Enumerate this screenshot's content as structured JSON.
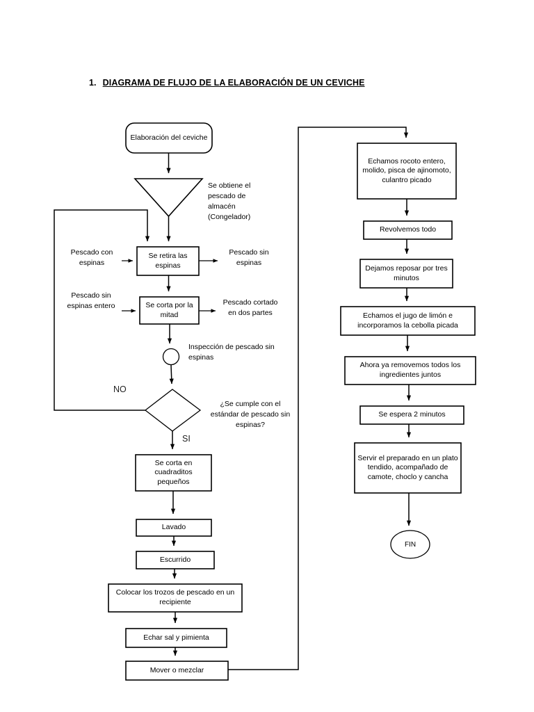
{
  "document": {
    "heading_number": "1.",
    "heading_text": "DIAGRAMA DE FLUJO DE LA ELABORACIÓN DE UN CEVICHE"
  },
  "flowchart": {
    "left_column": {
      "start_node": "Elaboración del ceviche",
      "storage_triangle_note": "Se obtiene el pescado de almacén (Congelador)",
      "step_remove_bones": "Se retira las espinas",
      "step_cut_half": "Se corta por la mitad",
      "inspection_note": "Inspección de pescado sin espinas",
      "decision": "¿Se cumple con el estándar de pescado sin espinas?",
      "branch_no": "NO",
      "branch_yes": "SI",
      "step_cut_cubes": "Se corta en cuadraditos pequeños",
      "step_wash": "Lavado",
      "step_drain": "Escurrido",
      "step_place_pieces": "Colocar los trozos de pescado en un recipiente",
      "step_salt_pepper": "Echar sal y pimienta",
      "step_mix": "Mover o mezclar"
    },
    "left_labels": {
      "input_with_bones": "Pescado con espinas",
      "output_without_bones": "Pescado sin espinas",
      "input_whole_no_bones": "Pescado sin espinas entero",
      "output_cut_two": "Pescado cortado en dos partes"
    },
    "right_column": {
      "step_add_rocoto": "Echamos rocoto entero, molido, pisca de ajinomoto, culantro picado",
      "step_stir_all": "Revolvemos todo",
      "step_rest": "Dejamos reposar por tres minutos",
      "step_lemon_onion": "Echamos el jugo de limón e incorporamos la cebolla picada",
      "step_mix_ingredients": "Ahora ya removemos todos los ingredientes juntos",
      "step_wait_two": "Se espera 2 minutos",
      "step_serve": "Servir el preparado en un plato tendido, acompañado de camote, choclo y cancha",
      "end_node": "FIN"
    }
  }
}
